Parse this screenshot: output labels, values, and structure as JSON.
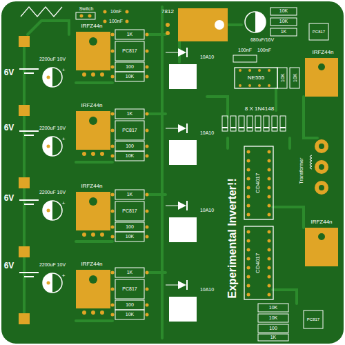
{
  "diagram": {
    "labels": [
      "Switch",
      "10nF",
      "100nF",
      "7812",
      "10K",
      "10K",
      "1K",
      "PC817",
      "IRFZ44n",
      "680uF/16V",
      "1K",
      "6V",
      "2200uF 10V",
      "+",
      "PC817",
      "100nF",
      "100nF",
      "10A10",
      "100",
      "10K",
      "NE555",
      "10K",
      "10K",
      "IRFZ44n",
      "IRFZ44n",
      "1K",
      "6V",
      "2200uF 10V",
      "+",
      "PC817",
      "8 X 1N4148",
      "10A10",
      "100",
      "10K",
      "Transformer",
      "CD4017",
      "IRFZ44n",
      "1K",
      "6V",
      "2200uF 10V",
      "+",
      "PC817",
      "10A10",
      "100",
      "10K",
      "Experimental Inverter!!",
      "IRFZ44n",
      "CD4017",
      "IRFZ44n",
      "1K",
      "6V",
      "2200uF 10V",
      "+",
      "PC817",
      "10A10",
      "100",
      "10K",
      "10K",
      "10K",
      "100",
      "1K",
      "PC817"
    ]
  }
}
